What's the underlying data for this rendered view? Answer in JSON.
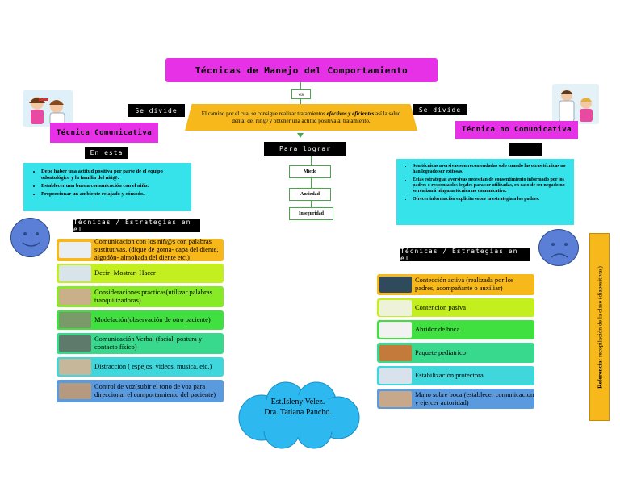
{
  "title": "Técnicas de Manejo del Comportamiento",
  "es_label": "es",
  "definition": {
    "pre": "El camino por el cual se consigue realizar tratamientos ",
    "emph": "efectivos y eficientes",
    "post": " así la salud dental del niñ@ y obtener una actitud positiva al tratamiento."
  },
  "para_lograr": "Para lograr",
  "goals": [
    "Miedo",
    "Ansiedad",
    "Inseguridad"
  ],
  "left": {
    "se_divide": "Se divide",
    "heading": "Técnica Comunicativa",
    "en_esta": "En esta",
    "bullets": [
      "Debe haber una actitud positiva por parte de el equipo odontológico y la familia del niñ@.",
      "Establecer una buena comunicación con el niño.",
      "Proporcionar un ambiente relajado y cómodo."
    ],
    "strategies_label": "Técnicas / Estrategias en el",
    "items": [
      {
        "text": "Comunicacion con los niñ@s con palabras sustitutivas. (dique de goma- capa del diente, algodón- almohada del diente etc.)",
        "color": "#f6b81b"
      },
      {
        "text": "Decir- Mostrar- Hacer",
        "color": "#c3ef1f"
      },
      {
        "text": "Consideraciones practicas(utilizar palabras tranquilizadoras)",
        "color": "#86ea24"
      },
      {
        "text": "Modelación(observación de otro paciente)",
        "color": "#3fe03f"
      },
      {
        "text": "Comunicación Verbal (facial, postura y contacto físico)",
        "color": "#39d98d"
      },
      {
        "text": "Distracción ( espejos, videos, musica, etc.)",
        "color": "#3fd7dc"
      },
      {
        "text": "Control de voz(subir el tono de voz para direccionar el comportamiento del paciente)",
        "color": "#5a9be0"
      }
    ]
  },
  "right": {
    "se_divide": "Se divide",
    "heading": "Técnica no Comunicativa",
    "bullets": [
      "Son técnicas aversivas son recomendadas solo cuando las otras técnicas no han logrado ser exitosas.",
      "Estas estrategias aversivas necesitan de consentimiento informado por los padres o responsables legales para ser utilizadas, en caso de ser negado no se realizará ninguna técnica no comunicativa.",
      "Ofrecer información explicita sobre la estrategia a los padres."
    ],
    "strategies_label": "Técnicas / Estrategias en el",
    "items": [
      {
        "text": "Contección activa (realizada por los padres, acompañante o auxiliar)",
        "color": "#f6b81b"
      },
      {
        "text": "Contencion pasiva",
        "color": "#c3ef1f"
      },
      {
        "text": "Abridor de boca",
        "color": "#3fe03f"
      },
      {
        "text": "Paquete pediatrico",
        "color": "#39d98d"
      },
      {
        "text": "Estabilización protectora",
        "color": "#3fd7dc"
      },
      {
        "text": "Mano sobre boca (establecer comunicacion y ejercer autoridad)",
        "color": "#5a9be0"
      }
    ]
  },
  "authors": [
    "Est.Isleny Velez.",
    "Dra. Tatiana Pancho."
  ],
  "reference": {
    "bold": "Referencia:",
    "rest": " recopilación de la clase (diapositivas)"
  },
  "colors": {
    "magenta": "#e631e6",
    "orange": "#f6b81b",
    "cyan": "#37e3ea",
    "cloud": "#2db8f0",
    "face": "#5b7fd6"
  },
  "icons": [
    "happy-face-icon",
    "sad-face-icon",
    "dentist-child-icon",
    "dentist-doctor-icon"
  ]
}
